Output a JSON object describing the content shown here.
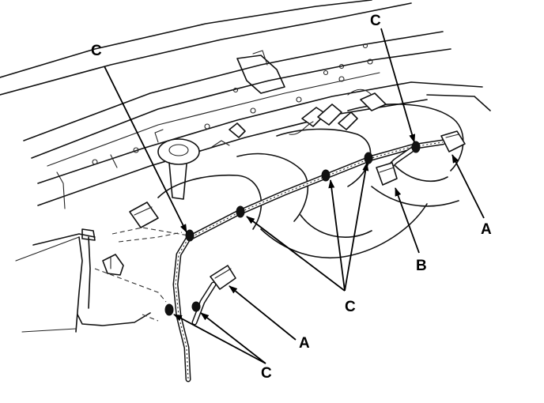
{
  "callouts": {
    "c_top_left": "C",
    "c_top_right": "C",
    "c_middle": "C",
    "c_bottom": "C",
    "a_right": "A",
    "a_bottom": "A",
    "b_right": "B"
  },
  "icons": [
    "engine-bay-linework",
    "wire-harness",
    "connector",
    "clip",
    "arrow"
  ]
}
